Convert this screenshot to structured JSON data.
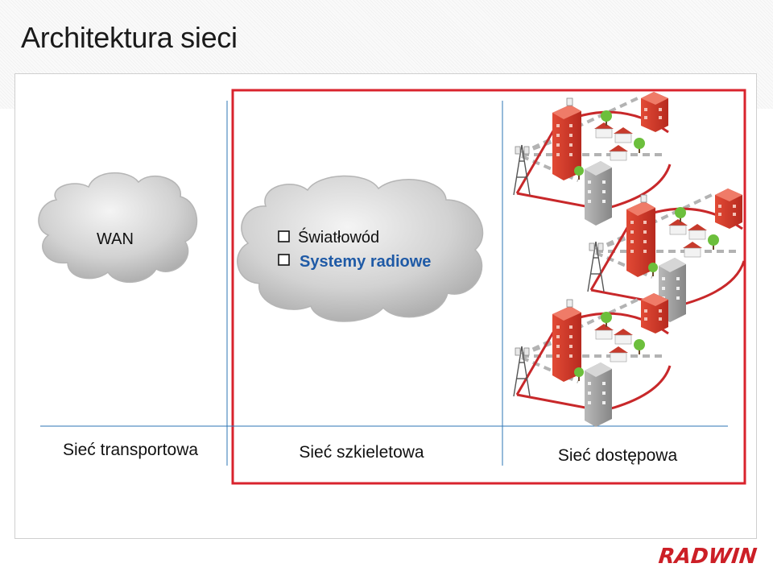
{
  "slide": {
    "title": "Architektura sieci",
    "logo_text": "RADWIN"
  },
  "diagram": {
    "wan_cloud_label": "WAN",
    "core_cloud_items": [
      "Światłowód",
      "Systemy radiowe"
    ],
    "section_labels": {
      "transport": "Sieć transportowa",
      "core": "Sieć szkieletowa",
      "access": "Sieć dostępowa"
    },
    "colors": {
      "highlight_box": "#d9232d",
      "radio_text": "#1f5aa6",
      "divider_line": "#2e75b6",
      "cloud_fill": "#c8c8c8",
      "building_red": "#d33a2c",
      "building_grey": "#9a9a9a"
    }
  }
}
